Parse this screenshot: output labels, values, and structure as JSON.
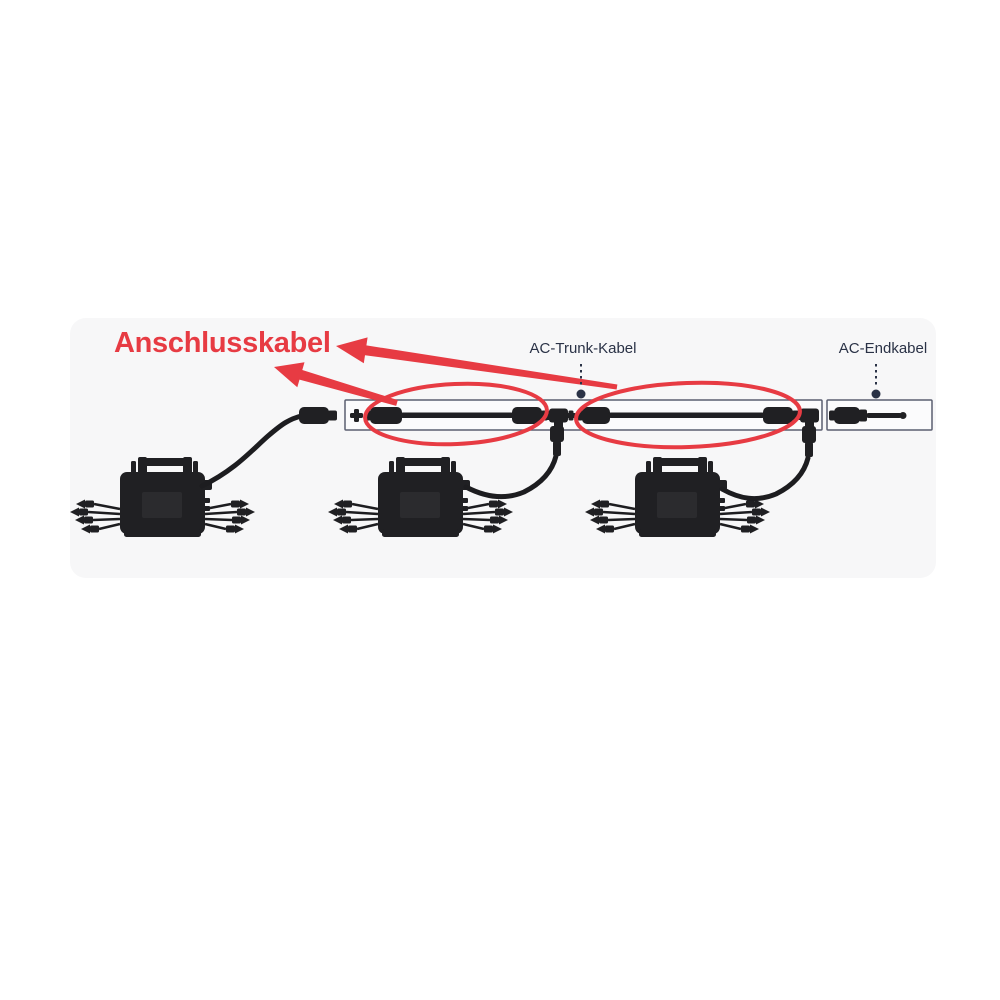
{
  "card": {
    "background": "#f7f7f8"
  },
  "labels": {
    "anschlusskabel": {
      "text": "Anschlusskabel"
    },
    "ac_trunk_kabel": {
      "text": "AC-Trunk-Kabel"
    },
    "ac_endkabel": {
      "text": "AC-Endkabel"
    }
  },
  "colors": {
    "highlight_red": "#e73b43",
    "label_navy": "#2a3246",
    "device_black": "#202023",
    "cable_black": "#1d1d20",
    "box_border": "#5b5f70",
    "box_fill": "#fbfbfc",
    "card_bg": "#f7f7f8",
    "page_bg": "#ffffff"
  },
  "components": {
    "microinverters": [
      "microinverter-1",
      "microinverter-2",
      "microinverter-3"
    ],
    "cable_sections": [
      "trunk-cable-box",
      "end-cable-box"
    ]
  }
}
